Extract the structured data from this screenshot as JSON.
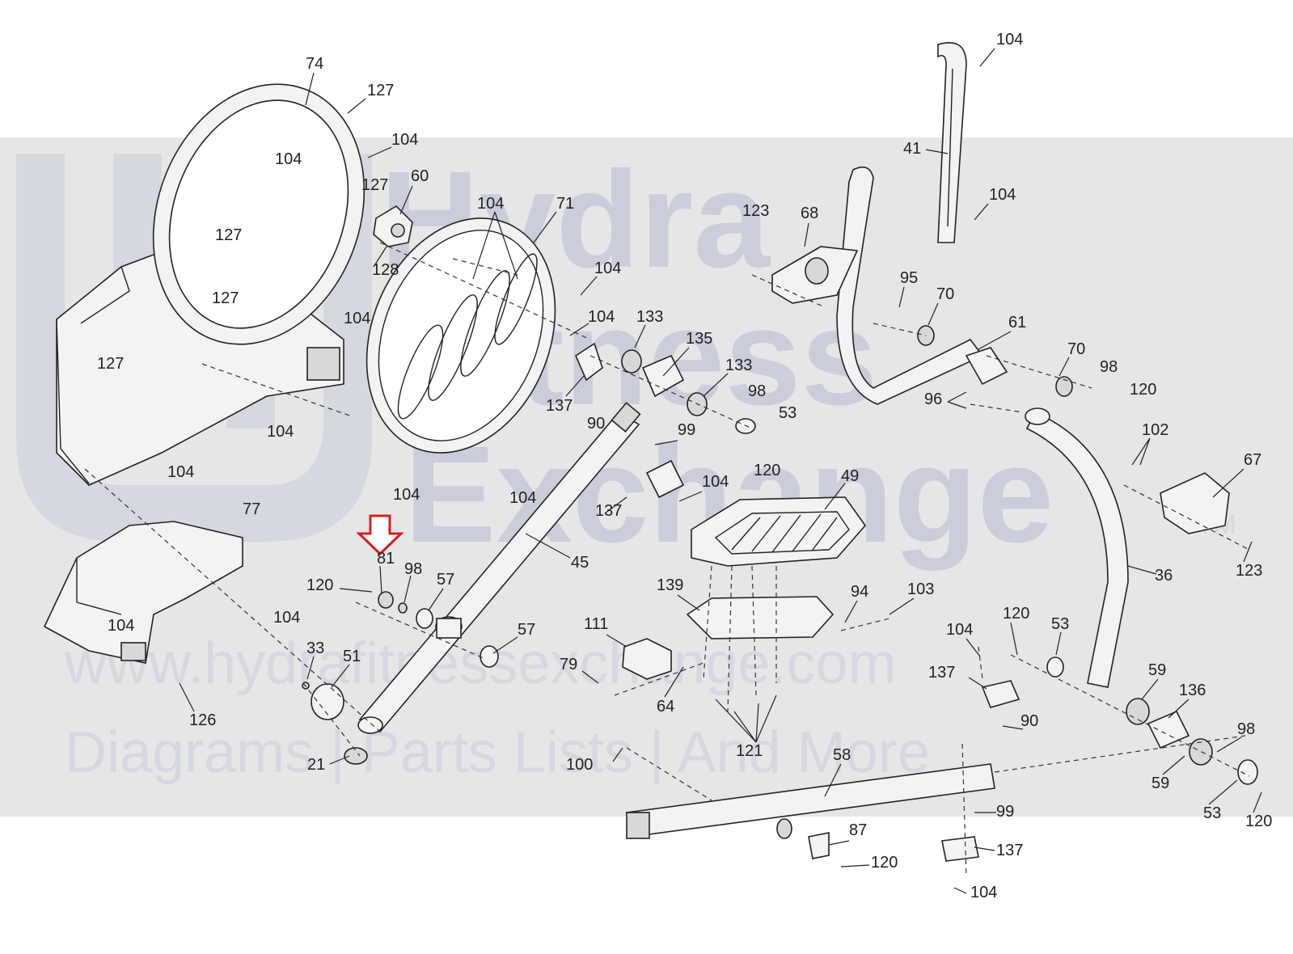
{
  "watermark": {
    "line1": "Hydra",
    "line2": "Fitness",
    "line3": "Exchange",
    "tm": "TM",
    "url": "www.hydrafitnessexchange.com",
    "tagline": "Diagrams | Parts Lists | And More"
  },
  "highlight_color": "#d62020",
  "labels": [
    {
      "text": "74"
    },
    {
      "text": "127"
    },
    {
      "text": "104"
    },
    {
      "text": "104"
    },
    {
      "text": "127"
    },
    {
      "text": "60"
    },
    {
      "text": "127"
    },
    {
      "text": "127"
    },
    {
      "text": "104"
    },
    {
      "text": "127"
    },
    {
      "text": "128"
    },
    {
      "text": "104"
    },
    {
      "text": "71"
    },
    {
      "text": "104"
    },
    {
      "text": "104"
    },
    {
      "text": "133"
    },
    {
      "text": "135"
    },
    {
      "text": "133"
    },
    {
      "text": "137"
    },
    {
      "text": "90"
    },
    {
      "text": "98"
    },
    {
      "text": "53"
    },
    {
      "text": "99"
    },
    {
      "text": "120"
    },
    {
      "text": "104"
    },
    {
      "text": "104"
    },
    {
      "text": "104"
    },
    {
      "text": "104"
    },
    {
      "text": "137"
    },
    {
      "text": "104"
    },
    {
      "text": "77"
    },
    {
      "text": "81"
    },
    {
      "text": "120"
    },
    {
      "text": "98"
    },
    {
      "text": "57"
    },
    {
      "text": "45"
    },
    {
      "text": "104"
    },
    {
      "text": "104"
    },
    {
      "text": "57"
    },
    {
      "text": "33"
    },
    {
      "text": "51"
    },
    {
      "text": "126"
    },
    {
      "text": "21"
    },
    {
      "text": "100"
    },
    {
      "text": "104"
    },
    {
      "text": "41"
    },
    {
      "text": "104"
    },
    {
      "text": "123"
    },
    {
      "text": "68"
    },
    {
      "text": "95"
    },
    {
      "text": "70"
    },
    {
      "text": "61"
    },
    {
      "text": "70"
    },
    {
      "text": "98"
    },
    {
      "text": "120"
    },
    {
      "text": "96"
    },
    {
      "text": "102"
    },
    {
      "text": "67"
    },
    {
      "text": "123"
    },
    {
      "text": "49"
    },
    {
      "text": "36"
    },
    {
      "text": "139"
    },
    {
      "text": "94"
    },
    {
      "text": "103"
    },
    {
      "text": "111"
    },
    {
      "text": "79"
    },
    {
      "text": "64"
    },
    {
      "text": "121"
    },
    {
      "text": "104"
    },
    {
      "text": "120"
    },
    {
      "text": "53"
    },
    {
      "text": "137"
    },
    {
      "text": "90"
    },
    {
      "text": "59"
    },
    {
      "text": "136"
    },
    {
      "text": "98"
    },
    {
      "text": "59"
    },
    {
      "text": "53"
    },
    {
      "text": "120"
    },
    {
      "text": "58"
    },
    {
      "text": "99"
    },
    {
      "text": "87"
    },
    {
      "text": "120"
    },
    {
      "text": "137"
    },
    {
      "text": "104"
    }
  ]
}
